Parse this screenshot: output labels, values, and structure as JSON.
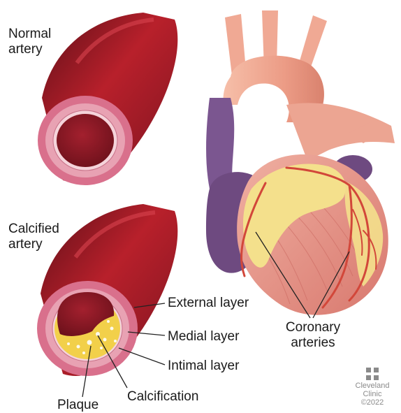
{
  "normal_artery": {
    "line1": "Normal",
    "line2": "artery"
  },
  "calcified_artery": {
    "line1": "Calcified",
    "line2": "artery"
  },
  "layer_labels": {
    "external": "External layer",
    "medial": "Medial layer",
    "intimal": "Intimal layer",
    "plaque": "Plaque",
    "calcification": "Calcification"
  },
  "heart": {
    "coronary_line1": "Coronary",
    "coronary_line2": "arteries"
  },
  "credit": {
    "name_line1": "Cleveland",
    "name_line2": "Clinic",
    "year": "©2022"
  },
  "colors": {
    "artery_dark": "#7d1420",
    "artery_mid": "#b8202b",
    "wall_pink": "#d9708c",
    "wall_light": "#e8a2b3",
    "lumen": "#8c1a28",
    "plaque_yellow": "#f2d04a",
    "heart_pink": "#e79a8d",
    "heart_fat": "#f4e08c",
    "vessel_red": "#d2473a",
    "vein_purple": "#6e4a80",
    "aorta": "#f1a58f"
  }
}
